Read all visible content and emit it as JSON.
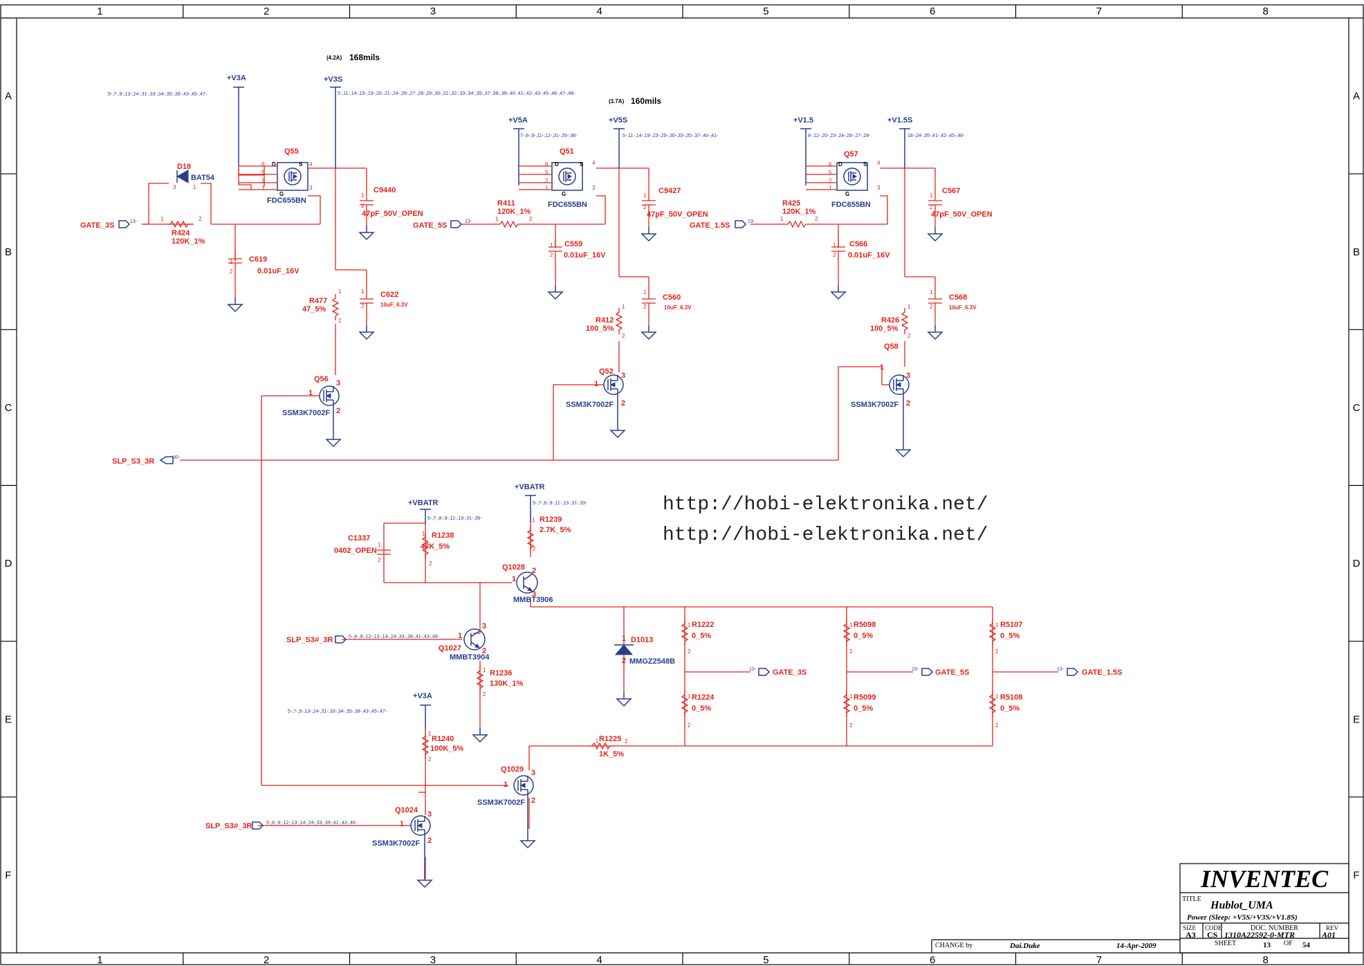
{
  "grid": {
    "columns": [
      "1",
      "2",
      "3",
      "4",
      "5",
      "6",
      "7",
      "8"
    ],
    "rows": [
      "A",
      "B",
      "C",
      "D",
      "E",
      "F"
    ]
  },
  "notes": {
    "current_v3s": "(4.2A)",
    "width_v3s": "168mils",
    "current_v5s": "(3.7A)",
    "width_v5s": "160mils"
  },
  "watermark": [
    "http://hobi-elektronika.net/",
    "http://hobi-elektronika.net/"
  ],
  "rails": {
    "v3a_top": {
      "name": "+V3A",
      "pages": "5-,7-,9-,13-,24-,31-,33-,34-,35-,38-,43-,45-,47-"
    },
    "v3s": {
      "name": "+V3S",
      "pages": "5-,11-,14-,15-,19-,20-,21-,24-,26-,27-,28-,29-,30-,31-,32-,33-,34-,35-,37-,38-,39-,40-,41-,42-,43-,45-,46-,47-,48-"
    },
    "v5a": {
      "name": "+V5A",
      "pages": "7-,8-,9-,11-,12-,31-,35-,38-"
    },
    "v5s": {
      "name": "+V5S",
      "pages": "5-,11-,14-,19-,23-,29-,30-,33-,35-,37-,40-,41-"
    },
    "v15": {
      "name": "+V1.5",
      "pages": "8-,12-,20-,23-,24-,26-,27-,28-"
    },
    "v15s": {
      "name": "+V1.5S",
      "pages": "18-,24-,35-,41-,42-,45-,46-"
    },
    "vbatr_1": {
      "name": "+VBATR",
      "pages": "5-,7-,8-,9-,11-,13-,31-,39-"
    },
    "vbatr_2": {
      "name": "+VBATR",
      "pages": "5-,7-,8-,9-,11-,13-,31-,39-"
    },
    "v3a_bottom": {
      "name": "+V3A",
      "pages": "5-,7-,9-,13-,24-,31-,33-,34-,35-,38-,43-,45-,47-"
    }
  },
  "signals": {
    "gate_3s": "GATE_3S",
    "gate_5s": "GATE_5S",
    "gate_15s": "GATE_1.5S",
    "slp_s3_3r": "SLP_S3_3R",
    "slp_s3n_3r_a": "SLP_S3#_3R",
    "slp_s3n_3r_b": "SLP_S3#_3R",
    "gate_3s_out": "GATE_3S",
    "gate_5s_out": "GATE_5S",
    "gate_15s_out": "GATE_1.5S",
    "ref13": "13-",
    "ref30": "30-",
    "slp_pages": "5-,8-,9-,12-,13-,14-,24-,33-,39-,41-,43-,46-"
  },
  "components": {
    "q55": {
      "ref": "Q55",
      "part": "FDC655BN"
    },
    "q51": {
      "ref": "Q51",
      "part": "FDC655BN"
    },
    "q57": {
      "ref": "Q57",
      "part": "FDC655BN"
    },
    "d18": {
      "ref": "D18",
      "part": "BAT54"
    },
    "r424": {
      "ref": "R424",
      "value": "120K_1%"
    },
    "r411": {
      "ref": "R411",
      "value": "120K_1%"
    },
    "r425": {
      "ref": "R425",
      "value": "120K_1%"
    },
    "c619": {
      "ref": "C619",
      "value": "0.01uF_16V"
    },
    "c559": {
      "ref": "C559",
      "value": "0.01uF_16V"
    },
    "c566": {
      "ref": "C566",
      "value": "0.01uF_16V"
    },
    "c9440": {
      "ref": "C9440",
      "value": "47pF_50V_OPEN"
    },
    "c9427": {
      "ref": "C9427",
      "value": "47pF_50V_OPEN"
    },
    "c567": {
      "ref": "C567",
      "value": "47pF_50V_OPEN"
    },
    "c622": {
      "ref": "C622",
      "value": "10uF_6.3V"
    },
    "c560": {
      "ref": "C560",
      "value": "10uF_6.3V"
    },
    "c568": {
      "ref": "C568",
      "value": "10uF_6.3V"
    },
    "r477": {
      "ref": "R477",
      "value": "47_5%"
    },
    "r412": {
      "ref": "R412",
      "value": "100_5%"
    },
    "r426": {
      "ref": "R426",
      "value": "100_5%"
    },
    "q56": {
      "ref": "Q56",
      "part": "SSM3K7002F"
    },
    "q52": {
      "ref": "Q52",
      "part": "SSM3K7002F"
    },
    "q58": {
      "ref": "Q58",
      "part": "SSM3K7002F"
    },
    "c1337": {
      "ref": "C1337",
      "value": "0402_OPEN"
    },
    "r1238": {
      "ref": "R1238",
      "value": "47K_5%"
    },
    "r1239": {
      "ref": "R1239",
      "value": "2.7K_5%"
    },
    "q1028": {
      "ref": "Q1028",
      "part": "MMBT3906"
    },
    "q1027": {
      "ref": "Q1027",
      "part": "MMBT3904"
    },
    "r1236": {
      "ref": "R1236",
      "value": "130K_1%"
    },
    "d1013": {
      "ref": "D1013",
      "part": "MMGZ2548B"
    },
    "r1222": {
      "ref": "R1222",
      "value": "0_5%"
    },
    "r1224": {
      "ref": "R1224",
      "value": "0_5%"
    },
    "r5098": {
      "ref": "R5098",
      "value": "0_5%"
    },
    "r5099": {
      "ref": "R5099",
      "value": "0_5%"
    },
    "r5107": {
      "ref": "R5107",
      "value": "0_5%"
    },
    "r5108": {
      "ref": "R5108",
      "value": "0_5%"
    },
    "r1240": {
      "ref": "R1240",
      "value": "100K_5%"
    },
    "r1225": {
      "ref": "R1225",
      "value": "1K_5%"
    },
    "q1029": {
      "ref": "Q1029",
      "part": "SSM3K7002F"
    },
    "q1024": {
      "ref": "Q1024",
      "part": "SSM3K7002F"
    }
  },
  "title_block": {
    "company": "INVENTEC",
    "title_label": "TITLE",
    "title": "Hublot_UMA",
    "subtitle": "Power (Sleep: +V5S/+V3S/+V1.8S)",
    "size_label": "SIZE",
    "size": "A3",
    "code_label": "CODE",
    "code": "CS",
    "doc_label": "DOC. NUMBER",
    "doc_number": "1310A22592-0-MTR",
    "rev_label": "REV",
    "rev": "A01",
    "change_label": "CHANGE by",
    "changed_by": "Dai.Duke",
    "date": "14-Apr-2009",
    "sheet_label": "SHEET",
    "sheet": "13",
    "of_label": "OF",
    "total": "54"
  }
}
